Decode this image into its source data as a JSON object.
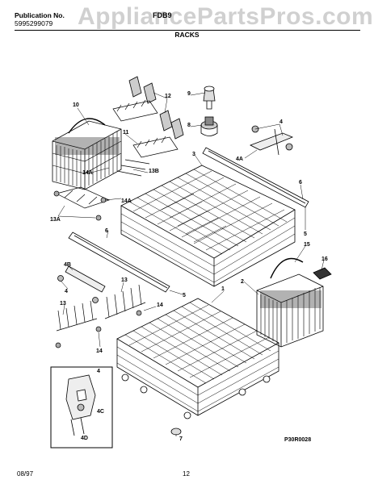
{
  "header": {
    "publication_label": "Publication No.",
    "publication_number": "5995299079",
    "model": "FDB9",
    "watermark": "AppliancePartsPros.com",
    "section_title": "RACKS"
  },
  "diagram": {
    "drawing_id": "P30R0028",
    "callouts": {
      "c1": "1",
      "c2": "2",
      "c3": "3",
      "c4a": "4",
      "c4b": "4",
      "c4c": "4",
      "c4A": "4A",
      "c4B": "4B",
      "c4C": "4C",
      "c4D": "4D",
      "c5a": "5",
      "c5b": "5",
      "c6a": "6",
      "c6b": "6",
      "c7": "7",
      "c8": "8",
      "c9": "9",
      "c10": "10",
      "c11": "11",
      "c12": "12",
      "c13a": "13",
      "c13b": "13",
      "c13A": "13A",
      "c13B": "13B",
      "c14a": "14",
      "c14b": "14",
      "c14A": "14A",
      "c14Ab": "14A",
      "c15": "15",
      "c16": "16"
    }
  },
  "footer": {
    "date": "08/97",
    "page": "12"
  }
}
